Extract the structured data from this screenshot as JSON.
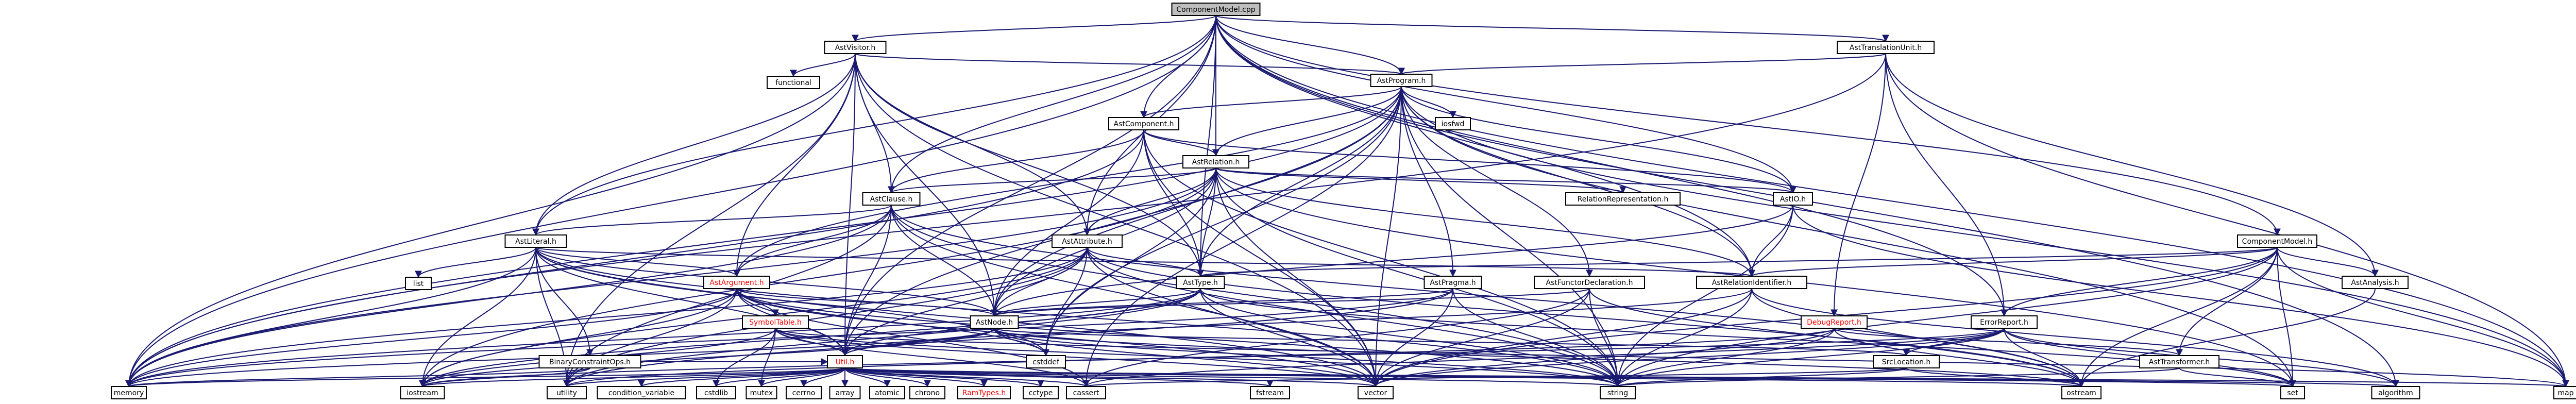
{
  "nodes": [
    {
      "id": "componentmodel_cpp",
      "label": "ComponentModel.cpp",
      "style": "root"
    },
    {
      "id": "astvisitor_h",
      "label": "AstVisitor.h"
    },
    {
      "id": "asttranslationunit_h",
      "label": "AstTranslationUnit.h"
    },
    {
      "id": "functional",
      "label": "functional"
    },
    {
      "id": "astprogram_h",
      "label": "AstProgram.h"
    },
    {
      "id": "iosfwd",
      "label": "iosfwd"
    },
    {
      "id": "astcomponent_h",
      "label": "AstComponent.h"
    },
    {
      "id": "astrelation_h",
      "label": "AstRelation.h"
    },
    {
      "id": "astclause_h",
      "label": "AstClause.h"
    },
    {
      "id": "relationrepresentation_h",
      "label": "RelationRepresentation.h"
    },
    {
      "id": "astio_h",
      "label": "AstIO.h"
    },
    {
      "id": "astliteral_h",
      "label": "AstLiteral.h"
    },
    {
      "id": "astattribute_h",
      "label": "AstAttribute.h"
    },
    {
      "id": "componentmodel_h",
      "label": "ComponentModel.h"
    },
    {
      "id": "list",
      "label": "list"
    },
    {
      "id": "astargument_h",
      "label": "AstArgument.h",
      "style": "red"
    },
    {
      "id": "asttype_h",
      "label": "AstType.h"
    },
    {
      "id": "astpragma_h",
      "label": "AstPragma.h"
    },
    {
      "id": "astfunctordeclaration_h",
      "label": "AstFunctorDeclaration.h"
    },
    {
      "id": "astrelationidentifier_h",
      "label": "AstRelationIdentifier.h"
    },
    {
      "id": "astanalysis_h",
      "label": "AstAnalysis.h"
    },
    {
      "id": "symboltable_h",
      "label": "SymbolTable.h",
      "style": "red"
    },
    {
      "id": "astnode_h",
      "label": "AstNode.h"
    },
    {
      "id": "debugreport_h",
      "label": "DebugReport.h",
      "style": "red"
    },
    {
      "id": "errorreport_h",
      "label": "ErrorReport.h"
    },
    {
      "id": "binaryconstraintops_h",
      "label": "BinaryConstraintOps.h"
    },
    {
      "id": "cstddef",
      "label": "cstddef"
    },
    {
      "id": "srclocation_h",
      "label": "SrcLocation.h"
    },
    {
      "id": "asttransformer_h",
      "label": "AstTransformer.h"
    },
    {
      "id": "util_h",
      "label": "Util.h",
      "style": "red"
    },
    {
      "id": "memory",
      "label": "memory"
    },
    {
      "id": "iostream",
      "label": "iostream"
    },
    {
      "id": "utility",
      "label": "utility"
    },
    {
      "id": "condition_variable",
      "label": "condition_variable"
    },
    {
      "id": "cstdlib",
      "label": "cstdlib"
    },
    {
      "id": "mutex",
      "label": "mutex"
    },
    {
      "id": "cerrno",
      "label": "cerrno"
    },
    {
      "id": "array",
      "label": "array"
    },
    {
      "id": "atomic",
      "label": "atomic"
    },
    {
      "id": "chrono",
      "label": "chrono"
    },
    {
      "id": "ramtypes_h",
      "label": "RamTypes.h",
      "style": "red"
    },
    {
      "id": "cctype",
      "label": "cctype"
    },
    {
      "id": "cassert",
      "label": "cassert"
    },
    {
      "id": "fstream",
      "label": "fstream"
    },
    {
      "id": "vector",
      "label": "vector"
    },
    {
      "id": "string",
      "label": "string"
    },
    {
      "id": "ostream",
      "label": "ostream"
    },
    {
      "id": "set",
      "label": "set"
    },
    {
      "id": "algorithm",
      "label": "algorithm"
    },
    {
      "id": "map",
      "label": "map"
    }
  ],
  "edges": [
    [
      "componentmodel_cpp",
      "astvisitor_h"
    ],
    [
      "componentmodel_cpp",
      "asttranslationunit_h"
    ],
    [
      "componentmodel_cpp",
      "astprogram_h"
    ],
    [
      "componentmodel_cpp",
      "astcomponent_h"
    ],
    [
      "componentmodel_cpp",
      "astrelation_h"
    ],
    [
      "componentmodel_cpp",
      "astclause_h"
    ],
    [
      "componentmodel_cpp",
      "astio_h"
    ],
    [
      "componentmodel_cpp",
      "astliteral_h"
    ],
    [
      "componentmodel_cpp",
      "astattribute_h"
    ],
    [
      "componentmodel_cpp",
      "componentmodel_h"
    ],
    [
      "componentmodel_cpp",
      "asttype_h"
    ],
    [
      "componentmodel_cpp",
      "astrelationidentifier_h"
    ],
    [
      "componentmodel_cpp",
      "errorreport_h"
    ],
    [
      "componentmodel_cpp",
      "util_h"
    ],
    [
      "componentmodel_cpp",
      "memory"
    ],
    [
      "componentmodel_cpp",
      "algorithm"
    ],
    [
      "componentmodel_cpp",
      "map"
    ],
    [
      "astvisitor_h",
      "functional"
    ],
    [
      "astvisitor_h",
      "astprogram_h"
    ],
    [
      "astvisitor_h",
      "astclause_h"
    ],
    [
      "astvisitor_h",
      "astliteral_h"
    ],
    [
      "astvisitor_h",
      "astattribute_h"
    ],
    [
      "astvisitor_h",
      "astargument_h"
    ],
    [
      "astvisitor_h",
      "asttype_h"
    ],
    [
      "astvisitor_h",
      "astnode_h"
    ],
    [
      "astvisitor_h",
      "util_h"
    ],
    [
      "astvisitor_h",
      "memory"
    ],
    [
      "astvisitor_h",
      "utility"
    ],
    [
      "astvisitor_h",
      "vector"
    ],
    [
      "asttranslationunit_h",
      "astprogram_h"
    ],
    [
      "asttranslationunit_h",
      "astanalysis_h"
    ],
    [
      "asttranslationunit_h",
      "debugreport_h"
    ],
    [
      "asttranslationunit_h",
      "errorreport_h"
    ],
    [
      "asttranslationunit_h",
      "memory"
    ],
    [
      "asttranslationunit_h",
      "map"
    ],
    [
      "astprogram_h",
      "iosfwd"
    ],
    [
      "astprogram_h",
      "astcomponent_h"
    ],
    [
      "astprogram_h",
      "astrelation_h"
    ],
    [
      "astprogram_h",
      "astio_h"
    ],
    [
      "astprogram_h",
      "astargument_h"
    ],
    [
      "astprogram_h",
      "astpragma_h"
    ],
    [
      "astprogram_h",
      "astfunctordeclaration_h"
    ],
    [
      "astprogram_h",
      "astrelationidentifier_h"
    ],
    [
      "astprogram_h",
      "asttype_h"
    ],
    [
      "astprogram_h",
      "astnode_h"
    ],
    [
      "astprogram_h",
      "util_h"
    ],
    [
      "astprogram_h",
      "memory"
    ],
    [
      "astprogram_h",
      "vector"
    ],
    [
      "astprogram_h",
      "string"
    ],
    [
      "astprogram_h",
      "cstddef"
    ],
    [
      "astprogram_h",
      "cassert"
    ],
    [
      "astprogram_h",
      "set"
    ],
    [
      "astprogram_h",
      "map"
    ],
    [
      "astcomponent_h",
      "astrelation_h"
    ],
    [
      "astcomponent_h",
      "astclause_h"
    ],
    [
      "astcomponent_h",
      "astio_h"
    ],
    [
      "astcomponent_h",
      "asttype_h"
    ],
    [
      "astcomponent_h",
      "astnode_h"
    ],
    [
      "astcomponent_h",
      "memory"
    ],
    [
      "astcomponent_h",
      "vector"
    ],
    [
      "astcomponent_h",
      "string"
    ],
    [
      "astrelation_h",
      "astclause_h"
    ],
    [
      "astrelation_h",
      "relationrepresentation_h"
    ],
    [
      "astrelation_h",
      "astio_h"
    ],
    [
      "astrelation_h",
      "astattribute_h"
    ],
    [
      "astrelation_h",
      "asttype_h"
    ],
    [
      "astrelation_h",
      "astrelationidentifier_h"
    ],
    [
      "astrelation_h",
      "astnode_h"
    ],
    [
      "astrelation_h",
      "memory"
    ],
    [
      "astrelation_h",
      "vector"
    ],
    [
      "astrelation_h",
      "string"
    ],
    [
      "astrelation_h",
      "set"
    ],
    [
      "astrelation_h",
      "cstddef"
    ],
    [
      "astrelation_h",
      "iostream"
    ],
    [
      "astclause_h",
      "astliteral_h"
    ],
    [
      "astclause_h",
      "astargument_h"
    ],
    [
      "astclause_h",
      "astnode_h"
    ],
    [
      "astclause_h",
      "util_h"
    ],
    [
      "astclause_h",
      "memory"
    ],
    [
      "astclause_h",
      "vector"
    ],
    [
      "astclause_h",
      "string"
    ],
    [
      "astclause_h",
      "utility"
    ],
    [
      "astclause_h",
      "ostream"
    ],
    [
      "astio_h",
      "astrelationidentifier_h"
    ],
    [
      "astio_h",
      "astnode_h"
    ],
    [
      "astio_h",
      "string"
    ],
    [
      "astio_h",
      "map"
    ],
    [
      "astliteral_h",
      "list"
    ],
    [
      "astliteral_h",
      "astargument_h"
    ],
    [
      "astliteral_h",
      "binaryconstraintops_h"
    ],
    [
      "astliteral_h",
      "astrelationidentifier_h"
    ],
    [
      "astliteral_h",
      "astnode_h"
    ],
    [
      "astliteral_h",
      "util_h"
    ],
    [
      "astliteral_h",
      "memory"
    ],
    [
      "astliteral_h",
      "iostream"
    ],
    [
      "astliteral_h",
      "utility"
    ],
    [
      "astliteral_h",
      "vector"
    ],
    [
      "astliteral_h",
      "string"
    ],
    [
      "astliteral_h",
      "cstddef"
    ],
    [
      "astattribute_h",
      "asttype_h"
    ],
    [
      "astattribute_h",
      "astnode_h"
    ],
    [
      "astattribute_h",
      "util_h"
    ],
    [
      "astattribute_h",
      "memory"
    ],
    [
      "astattribute_h",
      "iostream"
    ],
    [
      "astattribute_h",
      "utility"
    ],
    [
      "astattribute_h",
      "cstddef"
    ],
    [
      "astattribute_h",
      "vector"
    ],
    [
      "astattribute_h",
      "string"
    ],
    [
      "astattribute_h",
      "ostream"
    ],
    [
      "componentmodel_h",
      "astanalysis_h"
    ],
    [
      "componentmodel_h",
      "asttransformer_h"
    ],
    [
      "componentmodel_h",
      "asttype_h"
    ],
    [
      "componentmodel_h",
      "astrelationidentifier_h"
    ],
    [
      "componentmodel_h",
      "errorreport_h"
    ],
    [
      "componentmodel_h",
      "vector"
    ],
    [
      "componentmodel_h",
      "string"
    ],
    [
      "componentmodel_h",
      "map"
    ],
    [
      "componentmodel_h",
      "set"
    ],
    [
      "componentmodel_h",
      "ostream"
    ],
    [
      "astargument_h",
      "symboltable_h"
    ],
    [
      "astargument_h",
      "astnode_h"
    ],
    [
      "astargument_h",
      "util_h"
    ],
    [
      "astargument_h",
      "memory"
    ],
    [
      "astargument_h",
      "cassert"
    ],
    [
      "astargument_h",
      "vector"
    ],
    [
      "astargument_h",
      "string"
    ],
    [
      "astargument_h",
      "cstddef"
    ],
    [
      "astargument_h",
      "utility"
    ],
    [
      "astargument_h",
      "iostream"
    ],
    [
      "asttype_h",
      "astnode_h"
    ],
    [
      "asttype_h",
      "util_h"
    ],
    [
      "asttype_h",
      "iostream"
    ],
    [
      "asttype_h",
      "vector"
    ],
    [
      "asttype_h",
      "string"
    ],
    [
      "asttype_h",
      "set"
    ],
    [
      "asttype_h",
      "utility"
    ],
    [
      "asttype_h",
      "memory"
    ],
    [
      "astpragma_h",
      "astnode_h"
    ],
    [
      "astpragma_h",
      "vector"
    ],
    [
      "astpragma_h",
      "string"
    ],
    [
      "astpragma_h",
      "memory"
    ],
    [
      "astpragma_h",
      "utility"
    ],
    [
      "astfunctordeclaration_h",
      "astnode_h"
    ],
    [
      "astfunctordeclaration_h",
      "vector"
    ],
    [
      "astfunctordeclaration_h",
      "string"
    ],
    [
      "astfunctordeclaration_h",
      "cassert"
    ],
    [
      "astfunctordeclaration_h",
      "ostream"
    ],
    [
      "astrelationidentifier_h",
      "util_h"
    ],
    [
      "astrelationidentifier_h",
      "string"
    ],
    [
      "astrelationidentifier_h",
      "vector"
    ],
    [
      "astrelationidentifier_h",
      "ostream"
    ],
    [
      "astrelationidentifier_h",
      "algorithm"
    ],
    [
      "astanalysis_h",
      "ostream"
    ],
    [
      "symboltable_h",
      "util_h"
    ],
    [
      "symboltable_h",
      "iostream"
    ],
    [
      "symboltable_h",
      "string"
    ],
    [
      "symboltable_h",
      "vector"
    ],
    [
      "symboltable_h",
      "cassert"
    ],
    [
      "symboltable_h",
      "cstdlib"
    ],
    [
      "symboltable_h",
      "mutex"
    ],
    [
      "symboltable_h",
      "map"
    ],
    [
      "astnode_h",
      "cstddef"
    ],
    [
      "astnode_h",
      "srclocation_h"
    ],
    [
      "astnode_h",
      "util_h"
    ],
    [
      "astnode_h",
      "memory"
    ],
    [
      "astnode_h",
      "vector"
    ],
    [
      "astnode_h",
      "string"
    ],
    [
      "astnode_h",
      "ostream"
    ],
    [
      "astnode_h",
      "iostream"
    ],
    [
      "debugreport_h",
      "asttransformer_h"
    ],
    [
      "debugreport_h",
      "string"
    ],
    [
      "debugreport_h",
      "vector"
    ],
    [
      "debugreport_h",
      "sstream"
    ],
    [
      "debugreport_h",
      "ostream"
    ],
    [
      "debugreport_h",
      "utility"
    ],
    [
      "errorreport_h",
      "srclocation_h"
    ],
    [
      "errorreport_h",
      "algorithm"
    ],
    [
      "errorreport_h",
      "cassert"
    ],
    [
      "errorreport_h",
      "string"
    ],
    [
      "errorreport_h",
      "vector"
    ],
    [
      "errorreport_h",
      "set"
    ],
    [
      "errorreport_h",
      "ostream"
    ],
    [
      "errorreport_h",
      "iostream"
    ],
    [
      "binaryconstraintops_h",
      "util_h"
    ],
    [
      "binaryconstraintops_h",
      "iostream"
    ],
    [
      "binaryconstraintops_h",
      "memory"
    ],
    [
      "srclocation_h",
      "string"
    ],
    [
      "srclocation_h",
      "ostream"
    ],
    [
      "srclocation_h",
      "cassert"
    ],
    [
      "asttransformer_h",
      "string"
    ],
    [
      "asttransformer_h",
      "set"
    ],
    [
      "util_h",
      "memory"
    ],
    [
      "util_h",
      "iostream"
    ],
    [
      "util_h",
      "utility"
    ],
    [
      "util_h",
      "condition_variable"
    ],
    [
      "util_h",
      "cstdlib"
    ],
    [
      "util_h",
      "mutex"
    ],
    [
      "util_h",
      "cerrno"
    ],
    [
      "util_h",
      "array"
    ],
    [
      "util_h",
      "atomic"
    ],
    [
      "util_h",
      "chrono"
    ],
    [
      "util_h",
      "ramtypes_h"
    ],
    [
      "util_h",
      "cctype"
    ],
    [
      "util_h",
      "cassert"
    ],
    [
      "util_h",
      "fstream"
    ],
    [
      "util_h",
      "vector"
    ],
    [
      "util_h",
      "string"
    ],
    [
      "util_h",
      "ostream"
    ],
    [
      "util_h",
      "set"
    ],
    [
      "util_h",
      "algorithm"
    ],
    [
      "util_h",
      "map"
    ]
  ]
}
